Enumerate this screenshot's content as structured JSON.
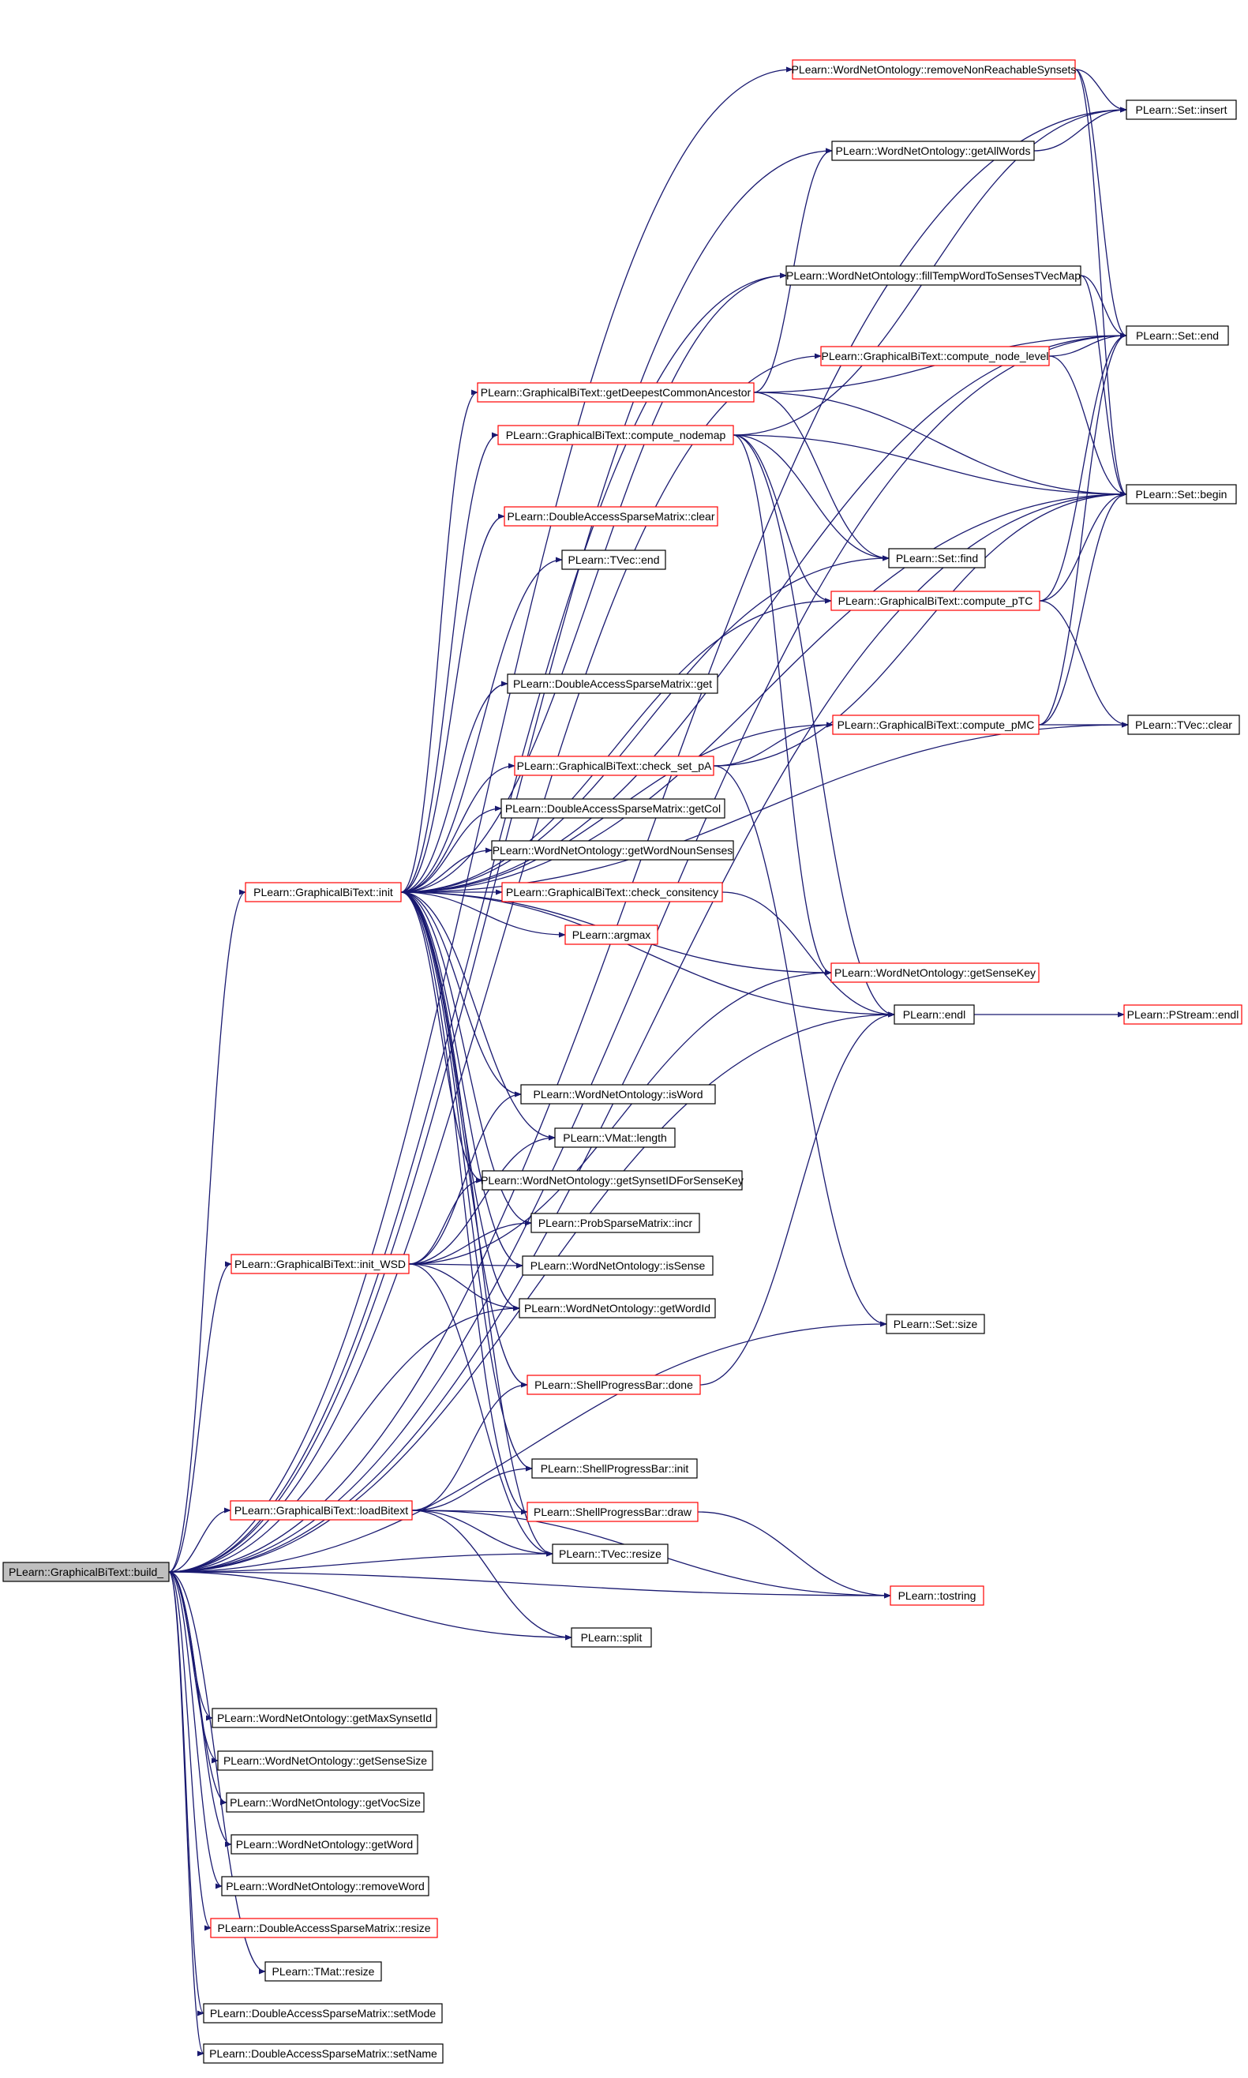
{
  "colors": {
    "edge": "#191970",
    "border_normal": "#000000",
    "border_linked": "#ff0000",
    "root_fill": "#bfbfbf",
    "node_fill": "#ffffff"
  },
  "root": "PLearn::GraphicalBiText::build_",
  "nodes": [
    {
      "id": "build_",
      "label": "PLearn::GraphicalBiText::build_",
      "style": "root"
    },
    {
      "id": "removeNonReachable",
      "label": "PLearn::WordNetOntology::removeNonReachableSynsets",
      "style": "linked"
    },
    {
      "id": "set_insert",
      "label": "PLearn::Set::insert",
      "style": "normal"
    },
    {
      "id": "getAllWords",
      "label": "PLearn::WordNetOntology::getAllWords",
      "style": "normal"
    },
    {
      "id": "fillTemp",
      "label": "PLearn::WordNetOntology::fillTempWordToSensesTVecMap",
      "style": "normal"
    },
    {
      "id": "set_end",
      "label": "PLearn::Set::end",
      "style": "normal"
    },
    {
      "id": "compute_node_level",
      "label": "PLearn::GraphicalBiText::compute_node_level",
      "style": "linked"
    },
    {
      "id": "getDeepest",
      "label": "PLearn::GraphicalBiText::getDeepestCommonAncestor",
      "style": "linked"
    },
    {
      "id": "compute_nodemap",
      "label": "PLearn::GraphicalBiText::compute_nodemap",
      "style": "linked"
    },
    {
      "id": "set_begin",
      "label": "PLearn::Set::begin",
      "style": "normal"
    },
    {
      "id": "dasm_clear",
      "label": "PLearn::DoubleAccessSparseMatrix::clear",
      "style": "linked"
    },
    {
      "id": "tvec_end",
      "label": "PLearn::TVec::end",
      "style": "normal"
    },
    {
      "id": "set_find",
      "label": "PLearn::Set::find",
      "style": "normal"
    },
    {
      "id": "compute_pTC",
      "label": "PLearn::GraphicalBiText::compute_pTC",
      "style": "linked"
    },
    {
      "id": "dasm_get",
      "label": "PLearn::DoubleAccessSparseMatrix::get",
      "style": "normal"
    },
    {
      "id": "compute_pMC",
      "label": "PLearn::GraphicalBiText::compute_pMC",
      "style": "linked"
    },
    {
      "id": "tvec_clear",
      "label": "PLearn::TVec::clear",
      "style": "normal"
    },
    {
      "id": "check_set_pA",
      "label": "PLearn::GraphicalBiText::check_set_pA",
      "style": "linked"
    },
    {
      "id": "dasm_getCol",
      "label": "PLearn::DoubleAccessSparseMatrix::getCol",
      "style": "normal"
    },
    {
      "id": "getWordNounSenses",
      "label": "PLearn::WordNetOntology::getWordNounSenses",
      "style": "normal"
    },
    {
      "id": "gbt_init",
      "label": "PLearn::GraphicalBiText::init",
      "style": "linked"
    },
    {
      "id": "check_consitency",
      "label": "PLearn::GraphicalBiText::check_consitency",
      "style": "linked"
    },
    {
      "id": "argmax",
      "label": "PLearn::argmax",
      "style": "linked"
    },
    {
      "id": "getSenseKey",
      "label": "PLearn::WordNetOntology::getSenseKey",
      "style": "linked"
    },
    {
      "id": "endl",
      "label": "PLearn::endl",
      "style": "normal"
    },
    {
      "id": "pstream_endl",
      "label": "PLearn::PStream::endl",
      "style": "linked"
    },
    {
      "id": "isWord",
      "label": "PLearn::WordNetOntology::isWord",
      "style": "normal"
    },
    {
      "id": "vmat_length",
      "label": "PLearn::VMat::length",
      "style": "normal"
    },
    {
      "id": "getSynsetID",
      "label": "PLearn::WordNetOntology::getSynsetIDForSenseKey",
      "style": "normal"
    },
    {
      "id": "psm_incr",
      "label": "PLearn::ProbSparseMatrix::incr",
      "style": "normal"
    },
    {
      "id": "init_WSD",
      "label": "PLearn::GraphicalBiText::init_WSD",
      "style": "linked"
    },
    {
      "id": "isSense",
      "label": "PLearn::WordNetOntology::isSense",
      "style": "normal"
    },
    {
      "id": "getWordId",
      "label": "PLearn::WordNetOntology::getWordId",
      "style": "normal"
    },
    {
      "id": "set_size",
      "label": "PLearn::Set::size",
      "style": "normal"
    },
    {
      "id": "spb_done",
      "label": "PLearn::ShellProgressBar::done",
      "style": "linked"
    },
    {
      "id": "spb_init",
      "label": "PLearn::ShellProgressBar::init",
      "style": "normal"
    },
    {
      "id": "loadBitext",
      "label": "PLearn::GraphicalBiText::loadBitext",
      "style": "linked"
    },
    {
      "id": "spb_draw",
      "label": "PLearn::ShellProgressBar::draw",
      "style": "linked"
    },
    {
      "id": "tvec_resize",
      "label": "PLearn::TVec::resize",
      "style": "normal"
    },
    {
      "id": "tostring",
      "label": "PLearn::tostring",
      "style": "linked"
    },
    {
      "id": "split",
      "label": "PLearn::split",
      "style": "normal"
    },
    {
      "id": "getMaxSynsetId",
      "label": "PLearn::WordNetOntology::getMaxSynsetId",
      "style": "normal"
    },
    {
      "id": "getSenseSize",
      "label": "PLearn::WordNetOntology::getSenseSize",
      "style": "normal"
    },
    {
      "id": "getVocSize",
      "label": "PLearn::WordNetOntology::getVocSize",
      "style": "normal"
    },
    {
      "id": "getWord",
      "label": "PLearn::WordNetOntology::getWord",
      "style": "normal"
    },
    {
      "id": "removeWord",
      "label": "PLearn::WordNetOntology::removeWord",
      "style": "normal"
    },
    {
      "id": "dasm_resize",
      "label": "PLearn::DoubleAccessSparseMatrix::resize",
      "style": "linked"
    },
    {
      "id": "tmat_resize",
      "label": "PLearn::TMat::resize",
      "style": "normal"
    },
    {
      "id": "dasm_setMode",
      "label": "PLearn::DoubleAccessSparseMatrix::setMode",
      "style": "normal"
    },
    {
      "id": "dasm_setName",
      "label": "PLearn::DoubleAccessSparseMatrix::setName",
      "style": "normal"
    }
  ],
  "edges": [
    [
      "build_",
      "removeNonReachable"
    ],
    [
      "build_",
      "set_insert"
    ],
    [
      "build_",
      "getAllWords"
    ],
    [
      "build_",
      "fillTemp"
    ],
    [
      "build_",
      "set_end"
    ],
    [
      "build_",
      "compute_node_level"
    ],
    [
      "build_",
      "set_begin"
    ],
    [
      "build_",
      "gbt_init"
    ],
    [
      "build_",
      "init_WSD"
    ],
    [
      "build_",
      "getWordId"
    ],
    [
      "build_",
      "endl"
    ],
    [
      "build_",
      "loadBitext"
    ],
    [
      "build_",
      "tvec_resize"
    ],
    [
      "build_",
      "split"
    ],
    [
      "build_",
      "tostring"
    ],
    [
      "build_",
      "set_size"
    ],
    [
      "build_",
      "getMaxSynsetId"
    ],
    [
      "build_",
      "getSenseSize"
    ],
    [
      "build_",
      "getVocSize"
    ],
    [
      "build_",
      "getWord"
    ],
    [
      "build_",
      "removeWord"
    ],
    [
      "build_",
      "dasm_resize"
    ],
    [
      "build_",
      "tmat_resize"
    ],
    [
      "build_",
      "dasm_setMode"
    ],
    [
      "build_",
      "dasm_setName"
    ],
    [
      "removeNonReachable",
      "set_insert"
    ],
    [
      "removeNonReachable",
      "set_end"
    ],
    [
      "removeNonReachable",
      "set_begin"
    ],
    [
      "getAllWords",
      "set_insert"
    ],
    [
      "fillTemp",
      "set_end"
    ],
    [
      "fillTemp",
      "set_begin"
    ],
    [
      "compute_node_level",
      "set_end"
    ],
    [
      "compute_node_level",
      "set_begin"
    ],
    [
      "getDeepest",
      "set_end"
    ],
    [
      "getDeepest",
      "set_begin"
    ],
    [
      "getDeepest",
      "set_find"
    ],
    [
      "getDeepest",
      "getAllWords"
    ],
    [
      "compute_nodemap",
      "set_insert"
    ],
    [
      "compute_nodemap",
      "set_begin"
    ],
    [
      "compute_nodemap",
      "set_find"
    ],
    [
      "compute_nodemap",
      "compute_pTC"
    ],
    [
      "compute_nodemap",
      "getSenseKey"
    ],
    [
      "compute_nodemap",
      "endl"
    ],
    [
      "compute_pTC",
      "set_end"
    ],
    [
      "compute_pTC",
      "set_begin"
    ],
    [
      "compute_pTC",
      "tvec_clear"
    ],
    [
      "compute_pMC",
      "set_end"
    ],
    [
      "compute_pMC",
      "set_begin"
    ],
    [
      "compute_pMC",
      "tvec_clear"
    ],
    [
      "check_set_pA",
      "set_begin"
    ],
    [
      "check_set_pA",
      "compute_pMC"
    ],
    [
      "check_set_pA",
      "set_size"
    ],
    [
      "check_consitency",
      "endl"
    ],
    [
      "endl",
      "pstream_endl"
    ],
    [
      "gbt_init",
      "getDeepest"
    ],
    [
      "gbt_init",
      "compute_nodemap"
    ],
    [
      "gbt_init",
      "dasm_clear"
    ],
    [
      "gbt_init",
      "tvec_end"
    ],
    [
      "gbt_init",
      "set_find"
    ],
    [
      "gbt_init",
      "compute_pTC"
    ],
    [
      "gbt_init",
      "dasm_get"
    ],
    [
      "gbt_init",
      "compute_pMC"
    ],
    [
      "gbt_init",
      "check_set_pA"
    ],
    [
      "gbt_init",
      "dasm_getCol"
    ],
    [
      "gbt_init",
      "getWordNounSenses"
    ],
    [
      "gbt_init",
      "check_consitency"
    ],
    [
      "gbt_init",
      "argmax"
    ],
    [
      "gbt_init",
      "getSenseKey"
    ],
    [
      "gbt_init",
      "endl"
    ],
    [
      "gbt_init",
      "tvec_clear"
    ],
    [
      "gbt_init",
      "isWord"
    ],
    [
      "gbt_init",
      "vmat_length"
    ],
    [
      "gbt_init",
      "getSynsetID"
    ],
    [
      "gbt_init",
      "psm_incr"
    ],
    [
      "gbt_init",
      "isSense"
    ],
    [
      "gbt_init",
      "getWordId"
    ],
    [
      "gbt_init",
      "spb_done"
    ],
    [
      "gbt_init",
      "spb_init"
    ],
    [
      "gbt_init",
      "spb_draw"
    ],
    [
      "gbt_init",
      "tvec_resize"
    ],
    [
      "gbt_init",
      "set_end"
    ],
    [
      "gbt_init",
      "set_begin"
    ],
    [
      "gbt_init",
      "fillTemp"
    ],
    [
      "init_WSD",
      "isWord"
    ],
    [
      "init_WSD",
      "vmat_length"
    ],
    [
      "init_WSD",
      "getSynsetID"
    ],
    [
      "init_WSD",
      "psm_incr"
    ],
    [
      "init_WSD",
      "isSense"
    ],
    [
      "init_WSD",
      "getWordId"
    ],
    [
      "init_WSD",
      "getSenseKey"
    ],
    [
      "init_WSD",
      "tvec_resize"
    ],
    [
      "spb_done",
      "endl"
    ],
    [
      "loadBitext",
      "spb_done"
    ],
    [
      "loadBitext",
      "spb_init"
    ],
    [
      "loadBitext",
      "spb_draw"
    ],
    [
      "loadBitext",
      "tvec_resize"
    ],
    [
      "loadBitext",
      "split"
    ],
    [
      "loadBitext",
      "tostring"
    ],
    [
      "spb_draw",
      "tostring"
    ]
  ]
}
